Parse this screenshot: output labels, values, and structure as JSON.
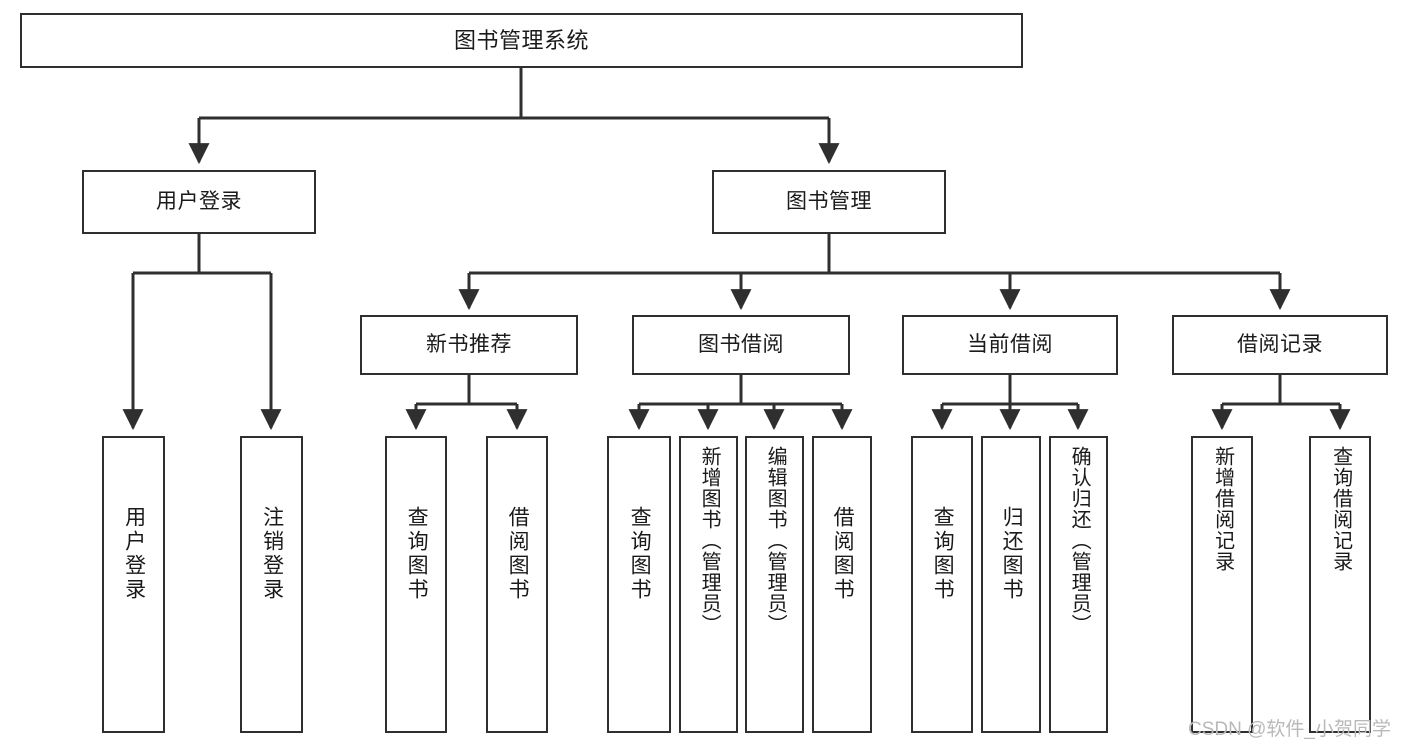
{
  "diagram": {
    "title": "图书管理系统",
    "type": "tree",
    "root": {
      "id": "root",
      "label": "图书管理系统"
    },
    "level2": [
      {
        "id": "user-login",
        "label": "用户登录"
      },
      {
        "id": "book-manage",
        "label": "图书管理"
      }
    ],
    "level3": [
      {
        "id": "new-book-recommend",
        "label": "新书推荐",
        "parent": "book-manage"
      },
      {
        "id": "book-borrow",
        "label": "图书借阅",
        "parent": "book-manage"
      },
      {
        "id": "current-borrow",
        "label": "当前借阅",
        "parent": "book-manage"
      },
      {
        "id": "borrow-record",
        "label": "借阅记录",
        "parent": "book-manage"
      }
    ],
    "leaves": [
      {
        "id": "leaf-user-login",
        "label": "用户登录",
        "parent": "user-login"
      },
      {
        "id": "leaf-user-logout",
        "label": "注销登录",
        "parent": "user-login"
      },
      {
        "id": "leaf-query-book-1",
        "label": "查询图书",
        "parent": "new-book-recommend"
      },
      {
        "id": "leaf-borrow-book-1",
        "label": "借阅图书",
        "parent": "new-book-recommend"
      },
      {
        "id": "leaf-query-book-2",
        "label": "查询图书",
        "parent": "book-borrow"
      },
      {
        "id": "leaf-add-book",
        "label": "新增图书（管理员）",
        "parent": "book-borrow"
      },
      {
        "id": "leaf-edit-book",
        "label": "编辑图书（管理员）",
        "parent": "book-borrow"
      },
      {
        "id": "leaf-borrow-book-2",
        "label": "借阅图书",
        "parent": "book-borrow"
      },
      {
        "id": "leaf-query-book-3",
        "label": "查询图书",
        "parent": "current-borrow"
      },
      {
        "id": "leaf-return-book",
        "label": "归还图书",
        "parent": "current-borrow"
      },
      {
        "id": "leaf-confirm-return",
        "label": "确认归还（管理员）",
        "parent": "current-borrow"
      },
      {
        "id": "leaf-add-record",
        "label": "新增借阅记录",
        "parent": "borrow-record"
      },
      {
        "id": "leaf-query-record",
        "label": "查询借阅记录",
        "parent": "borrow-record"
      }
    ]
  },
  "watermark": {
    "text": "CSDN @软件_小贺同学"
  },
  "colors": {
    "border": "#2f2f2f",
    "text": "#1a1a1a",
    "background": "#ffffff",
    "watermark": "#b9b9b9"
  }
}
